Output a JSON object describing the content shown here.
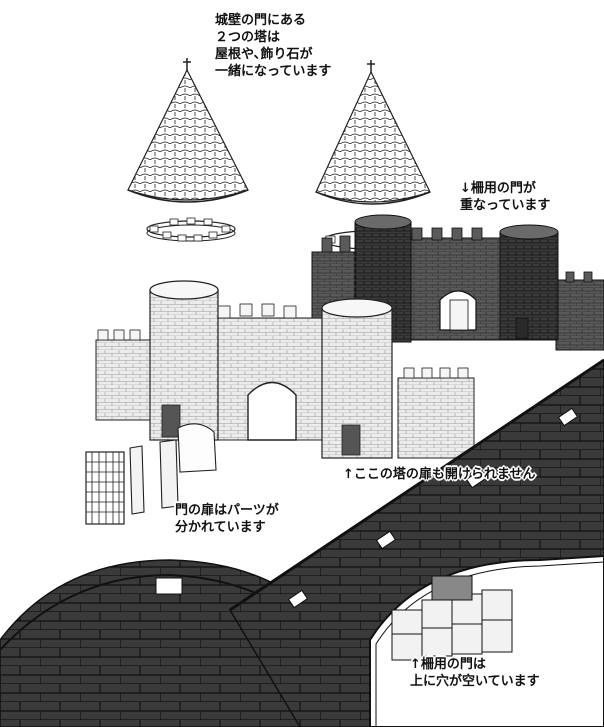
{
  "captions": {
    "towers": [
      "城壁の門にある",
      "２つの塔は",
      "屋根や､飾り石が",
      "一緒になっています"
    ],
    "portcullis_overlap": [
      "↓柵用の門が",
      "重なっています"
    ],
    "tower_door": "↑ここの塔の扉も開けられません",
    "gate_doors": [
      "門の扉はパーツが",
      "分かれています"
    ],
    "portcullis_hole": [
      "↑柵用の門は",
      "上に穴が空いています"
    ]
  },
  "colors": {
    "background": "#ffffff",
    "line": "#222222",
    "stone_light": "#e8e8e8",
    "stone_dark": "#555555",
    "stone_darkest": "#2a2a2a"
  }
}
